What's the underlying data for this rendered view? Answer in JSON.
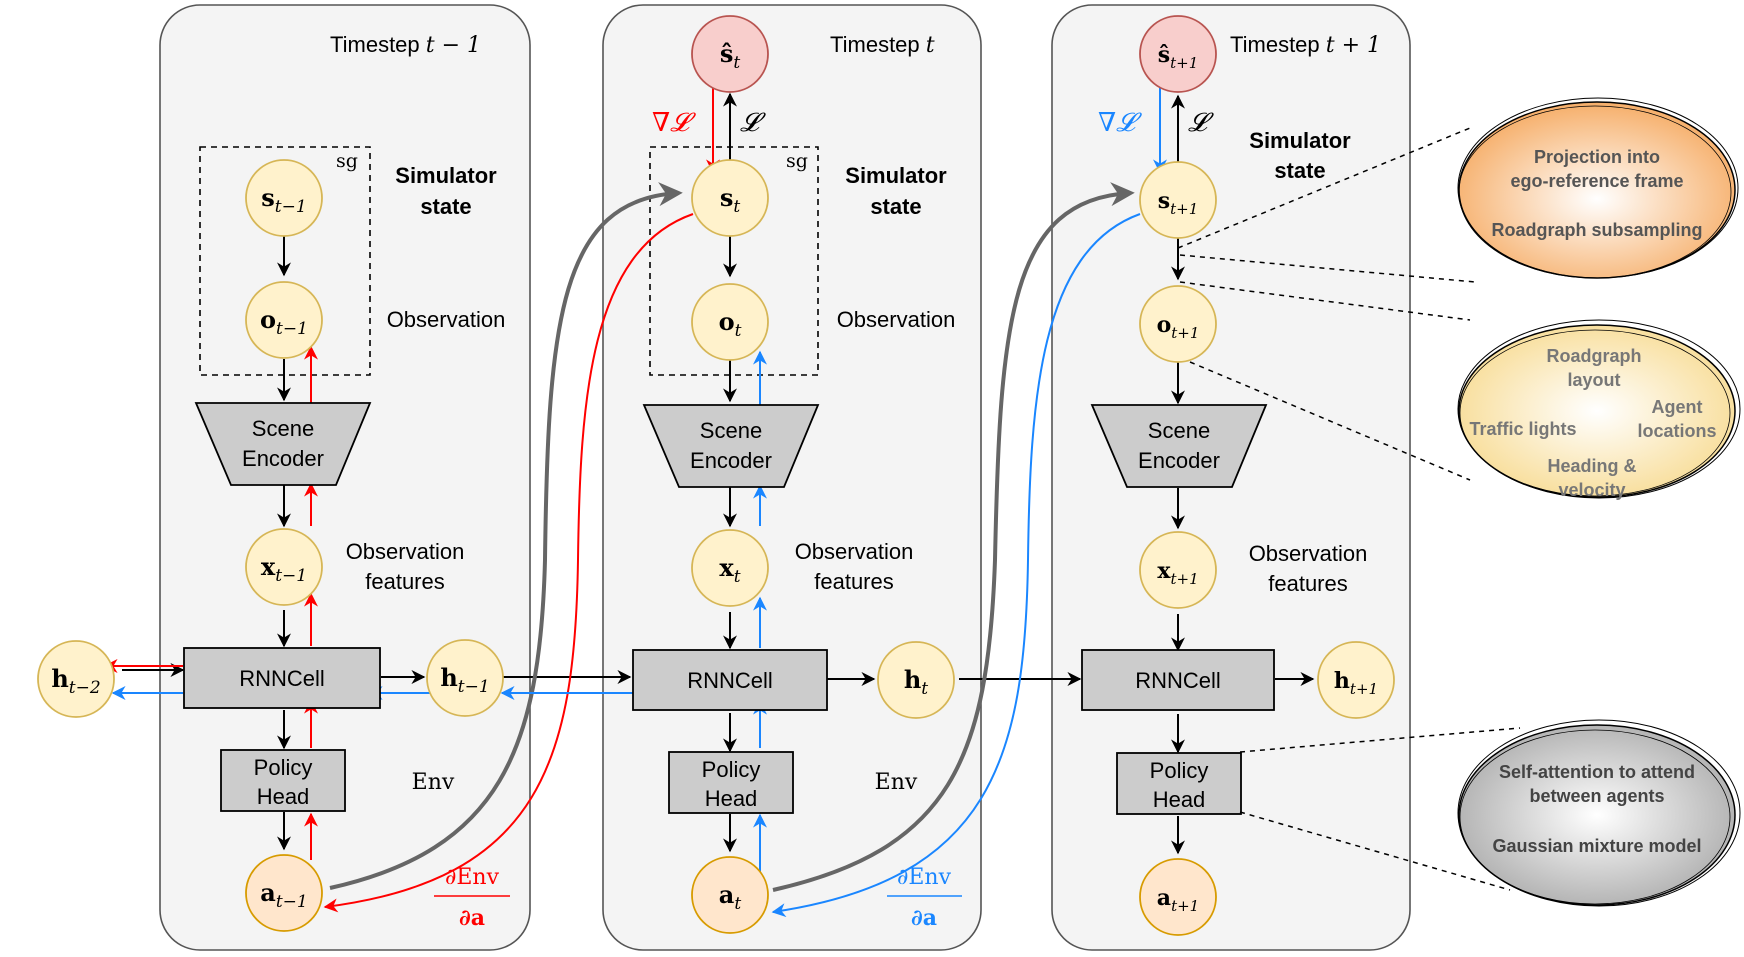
{
  "timesteps": {
    "t_minus_1": {
      "header_text": "Timestep ",
      "header_math": "t − 1",
      "sg": "sg",
      "sim_state": "Simulator",
      "sim_state2": "state",
      "observation": "Observation",
      "obs_features": "Observation",
      "obs_features2": "features",
      "env": "Env",
      "nodes": {
        "s": "s",
        "s_sub": "t−1",
        "o": "o",
        "o_sub": "t−1",
        "x": "x",
        "x_sub": "t−1",
        "a": "a",
        "a_sub": "t−1",
        "h": "h",
        "h_sub": "t−1"
      }
    },
    "t": {
      "header_text": "Timestep ",
      "header_math": "t",
      "sg": "sg",
      "sim_state": "Simulator",
      "sim_state2": "state",
      "observation": "Observation",
      "obs_features": "Observation",
      "obs_features2": "features",
      "env": "Env",
      "nodes": {
        "shat": "ŝ",
        "shat_sub": "t",
        "s": "s",
        "s_sub": "t",
        "o": "o",
        "o_sub": "t",
        "x": "x",
        "x_sub": "t",
        "a": "a",
        "a_sub": "t",
        "h": "h",
        "h_sub": "t"
      },
      "grad_loss": "∇𝓛",
      "loss": "𝓛"
    },
    "t_plus_1": {
      "header_text": "Timestep ",
      "header_math": "t + 1",
      "sim_state": "Simulator",
      "sim_state2": "state",
      "obs_features": "Observation",
      "obs_features2": "features",
      "nodes": {
        "shat": "ŝ",
        "shat_sub": "t+1",
        "s": "s",
        "s_sub": "t+1",
        "o": "o",
        "o_sub": "t+1",
        "x": "x",
        "x_sub": "t+1",
        "a": "a",
        "a_sub": "t+1",
        "h": "h",
        "h_sub": "t+1"
      },
      "grad_loss": "∇𝓛",
      "loss": "𝓛"
    }
  },
  "h_prev": {
    "label": "h",
    "sub": "t−2"
  },
  "blocks": {
    "scene_encoder_1": "Scene",
    "scene_encoder_2": "Encoder",
    "rnncell": "RNNCell",
    "policy_head_1": "Policy",
    "policy_head_2": "Head"
  },
  "derivative": {
    "num": "∂Env",
    "den": "∂a"
  },
  "callouts": {
    "projection": {
      "line1": "Projection into",
      "line2": "ego-reference frame",
      "line3": "Roadgraph subsampling"
    },
    "observation": {
      "roadgraph1": "Roadgraph",
      "roadgraph2": "layout",
      "traffic": "Traffic lights",
      "agent1": "Agent",
      "agent2": "locations",
      "heading1": "Heading &",
      "heading2": "velocity"
    },
    "policy": {
      "line1": "Self-attention to attend",
      "line2": "between agents",
      "line3": "Gaussian mixture model"
    }
  },
  "colors": {
    "panel_fill": "#f4f4f4",
    "panel_stroke": "#555555",
    "node_fill": "#fff2cc",
    "node_stroke": "#d6b656",
    "action_fill": "#ffe6cc",
    "action_stroke": "#d79b00",
    "target_fill": "#f8cecc",
    "target_stroke": "#b85450",
    "block_fill": "#cccccc",
    "red": "#ff0000",
    "blue": "#1a86ff",
    "gray_arrow": "#666666"
  }
}
